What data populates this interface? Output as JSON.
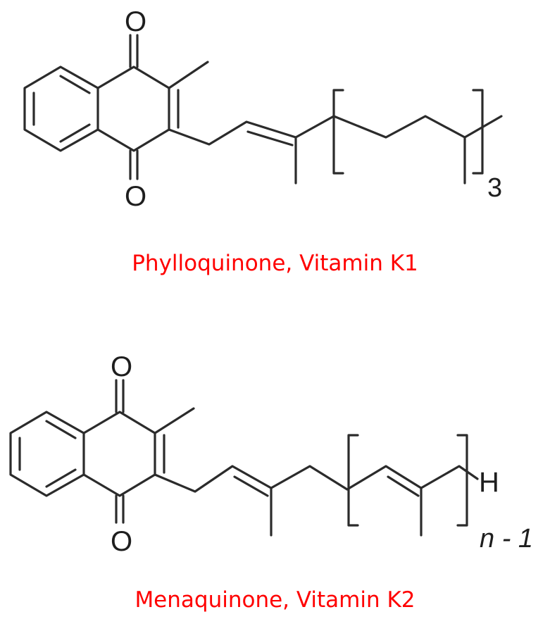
{
  "accent_color": "#ff0000",
  "k1": {
    "caption": "Phylloquinone, Vitamin K1",
    "oxygen_top": "O",
    "oxygen_bottom": "O",
    "repeat_subscript": "3"
  },
  "k2": {
    "caption": "Menaquinone, Vitamin K2",
    "oxygen_top": "O",
    "oxygen_bottom": "O",
    "end_group": "H",
    "repeat_subscript": "n - 1"
  }
}
